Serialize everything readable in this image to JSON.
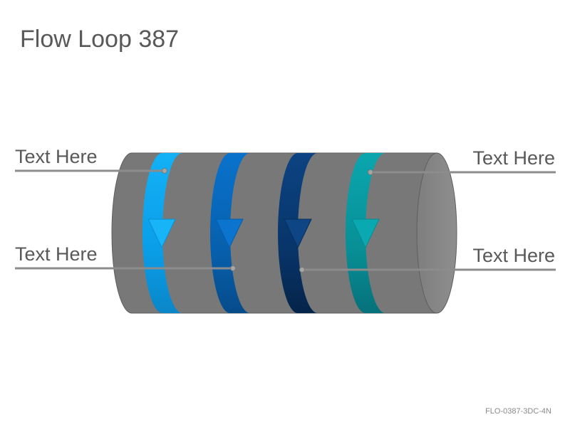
{
  "title": "Flow Loop 387",
  "labels": {
    "top_left": "Text Here",
    "bottom_left": "Text Here",
    "top_right": "Text Here",
    "bottom_right": "Text Here"
  },
  "footer": "FLO-0387-3DC-4N",
  "colors": {
    "cylinder": "#787878",
    "band1": "#0fa9f2",
    "band2": "#0a6fc8",
    "band3": "#0c3f78",
    "band4": "#0aa2ab",
    "leader": "#8c8c8c"
  }
}
